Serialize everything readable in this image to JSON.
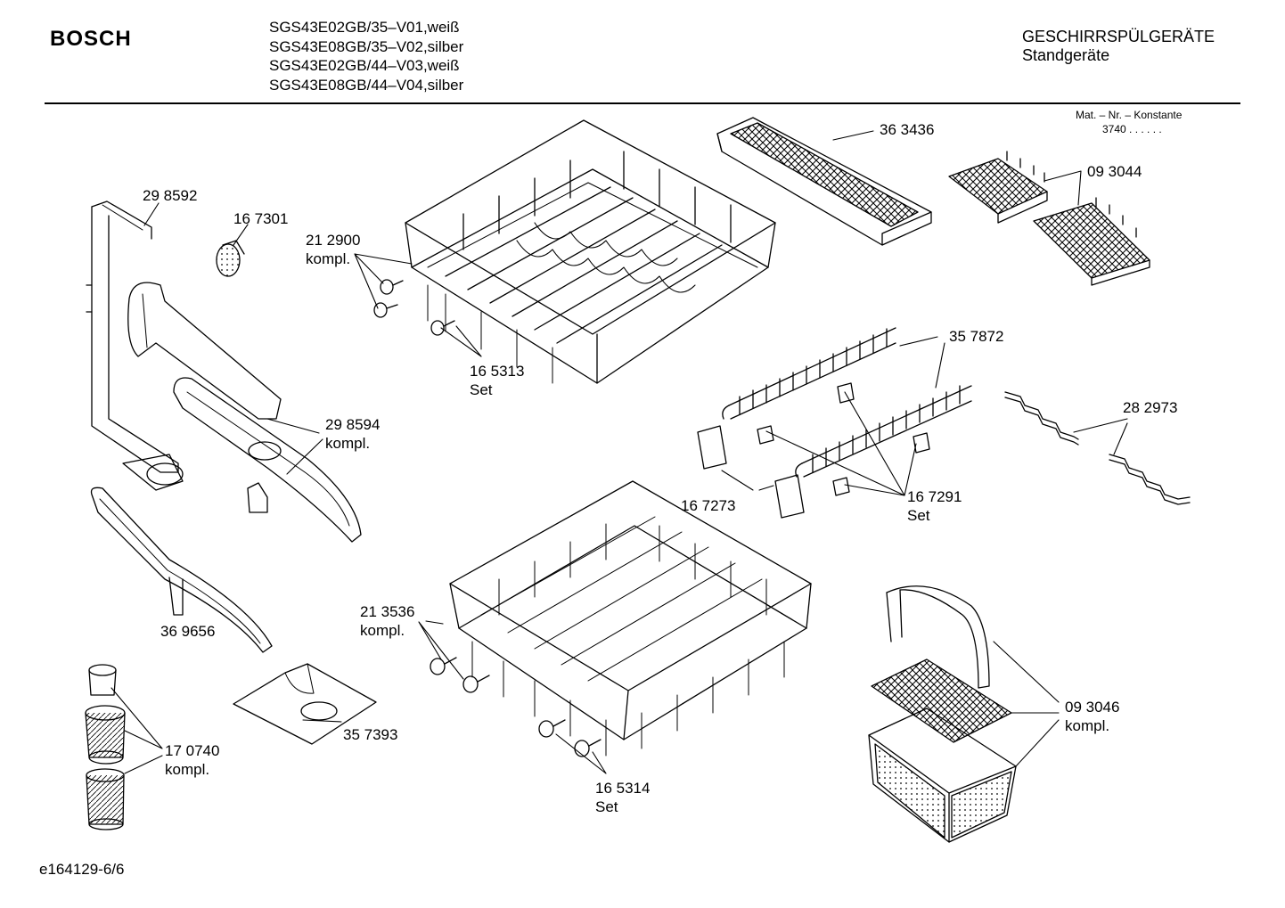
{
  "header": {
    "brand": "BOSCH",
    "models": [
      "SGS43E02GB/35–V01,weiß",
      "SGS43E08GB/35–V02,silber",
      "SGS43E02GB/44–V03,weiß",
      "SGS43E08GB/44–V04,silber"
    ],
    "category": "GESCHIRRSPÜLGERÄTE",
    "subcategory": "Standgeräte",
    "mat_nr_label": "Mat. – Nr. – Konstante",
    "mat_nr_value": "3740 . . . . . ."
  },
  "parts": [
    {
      "number": "29 8592",
      "suffix": ""
    },
    {
      "number": "16 7301",
      "suffix": ""
    },
    {
      "number": "21 2900",
      "suffix": "kompl."
    },
    {
      "number": "36 3436",
      "suffix": ""
    },
    {
      "number": "09 3044",
      "suffix": ""
    },
    {
      "number": "16 5313",
      "suffix": "Set"
    },
    {
      "number": "35 7872",
      "suffix": ""
    },
    {
      "number": "29 8594",
      "suffix": "kompl."
    },
    {
      "number": "28 2973",
      "suffix": ""
    },
    {
      "number": "16 7273",
      "suffix": ""
    },
    {
      "number": "16 7291",
      "suffix": "Set"
    },
    {
      "number": "21 3536",
      "suffix": "kompl."
    },
    {
      "number": "36 9656",
      "suffix": ""
    },
    {
      "number": "09 3046",
      "suffix": "kompl."
    },
    {
      "number": "35 7393",
      "suffix": ""
    },
    {
      "number": "17 0740",
      "suffix": "kompl."
    },
    {
      "number": "16 5314",
      "suffix": "Set"
    }
  ],
  "footer": {
    "drawing_id": "e164129-6/6"
  }
}
